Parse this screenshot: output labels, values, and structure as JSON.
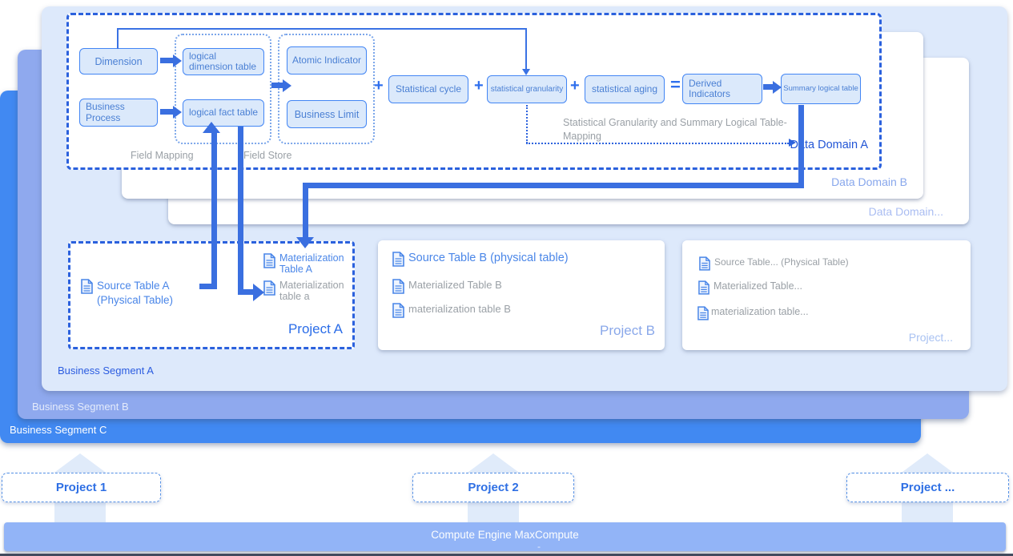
{
  "diagram": {
    "data_domain_a": {
      "label": "Data Domain A",
      "boxes": {
        "dimension": "Dimension",
        "business_process": "Business Process",
        "logical_dimension_table": "logical dimension table",
        "logical_fact_table": "logical fact table",
        "atomic_indicator": "Atomic Indicator",
        "business_limit": "Business Limit",
        "statistical_cycle": "Statistical cycle",
        "statistical_granularity": "statistical granularity",
        "statistical_aging": "statistical aging",
        "derived_indicators": "Derived Indicators",
        "summary_logical_table": "Summary logical table"
      },
      "group_labels": {
        "field_mapping": "Field Mapping",
        "field_store": "Field Store"
      },
      "operators": {
        "plus": "+",
        "equals": "="
      },
      "mapping_caption_line1": "Statistical Granularity and Summary Logical Table-",
      "mapping_caption_line2": "Mapping"
    },
    "data_domain_b": {
      "label": "Data Domain B"
    },
    "data_domain_more": {
      "label": "Data Domain..."
    },
    "segments": {
      "a": "Business Segment A",
      "b": "Business Segment B",
      "c": "Business Segment C"
    },
    "project_a": {
      "label": "Project A",
      "tables": [
        {
          "text": "Source Table A (Physical Table)"
        },
        {
          "text": "Materialization Table A"
        },
        {
          "text": "Materialization table a"
        }
      ]
    },
    "project_b": {
      "label": "Project B",
      "tables": [
        {
          "text": "Source Table B (physical table)"
        },
        {
          "text": "Materialized Table B"
        },
        {
          "text": "materialization table B"
        }
      ]
    },
    "project_more": {
      "label": "Project...",
      "tables": [
        {
          "text": "Source Table... (Physical Table)"
        },
        {
          "text": "Materialized Table..."
        },
        {
          "text": "materialization table..."
        }
      ]
    },
    "bottom_projects": [
      {
        "label": "Project 1"
      },
      {
        "label": "Project 2"
      },
      {
        "label": "Project ..."
      }
    ],
    "compute_bar": {
      "label": "Compute Engine MaxCompute",
      "sub": "-"
    },
    "colors": {
      "accent_blue": "#3a6fe0",
      "dashed_border": "#2b61dd",
      "box_fill": "#dbe9fb",
      "box_border": "#4285f4",
      "segment_a_bg": "#dde9fb",
      "segment_b_bg": "#8fa9ee",
      "segment_c_bg": "#4189f2",
      "compute_bar_bg": "#92b4f7",
      "gray_text": "#9aa0a6"
    }
  }
}
